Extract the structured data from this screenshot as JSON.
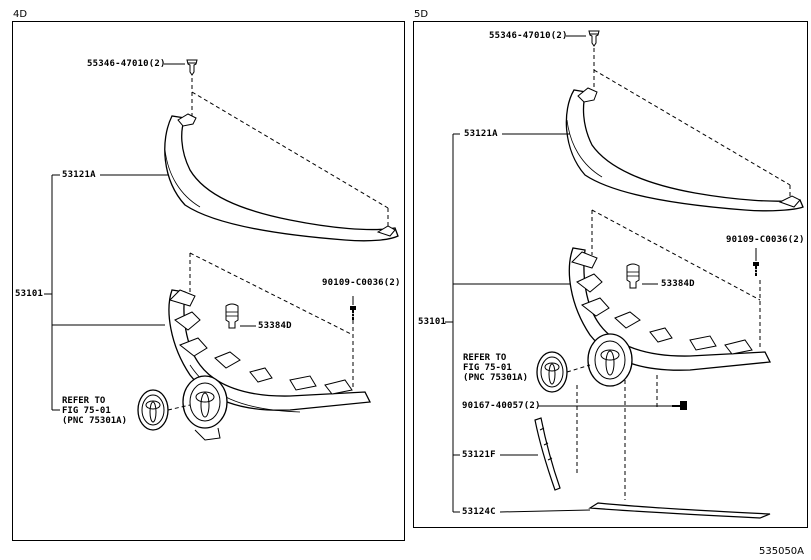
{
  "panels": {
    "left": {
      "title": "4D",
      "labels": {
        "clip": "55346-47010(2)",
        "upper_grille": "53121A",
        "assembly": "53101",
        "screw": "90109-C0036(2)",
        "bracket": "53384D",
        "refer_line1": "REFER TO",
        "refer_line2": "FIG 75-01",
        "refer_line3": "(PNC 75301A)"
      }
    },
    "right": {
      "title": "5D",
      "labels": {
        "clip": "55346-47010(2)",
        "upper_grille": "53121A",
        "screw": "90109-C0036(2)",
        "bracket": "53384D",
        "assembly": "53101",
        "refer_line1": "REFER TO",
        "refer_line2": "FIG 75-01",
        "refer_line3": "(PNC 75301A)",
        "bolt": "90167-40057(2)",
        "molding": "53121F",
        "lower_molding": "53124C"
      }
    }
  },
  "figure_code": "535050A"
}
